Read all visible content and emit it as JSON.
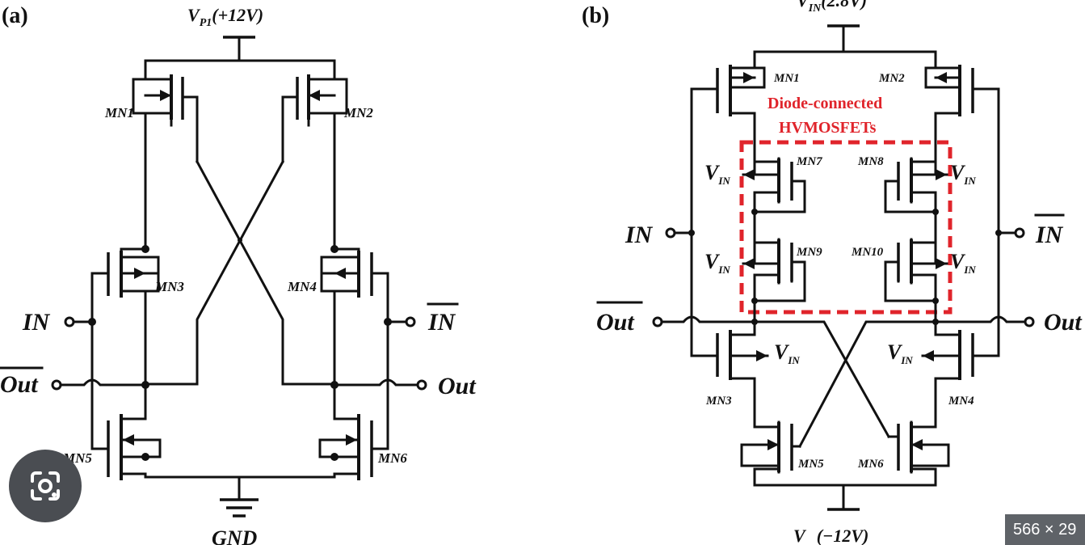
{
  "panel_a": {
    "tag": "(a)",
    "supply_label_main": "V",
    "supply_label_sub": "P1",
    "supply_label_value": "(+12V)",
    "gnd_label": "GND",
    "transistors": [
      "MN1",
      "MN2",
      "MN3",
      "MN4",
      "MN5",
      "MN6"
    ],
    "in_label": "IN",
    "in_bar_label": "IN",
    "out_label": "Out",
    "out_bar_label": "Out"
  },
  "panel_b": {
    "tag": "(b)",
    "supply_label_main": "V",
    "supply_label_sub": "IN",
    "supply_label_value": "(2.8V)",
    "bottom_label_main": "V",
    "bottom_label_value": "(−12V)",
    "transistors": [
      "MN1",
      "MN2",
      "MN3",
      "MN4",
      "MN5",
      "MN6",
      "MN7",
      "MN8",
      "MN9",
      "MN10"
    ],
    "vin_main": "V",
    "vin_sub": "IN",
    "in_label": "IN",
    "in_bar_label": "IN",
    "out_label": "Out",
    "out_bar_label": "Out",
    "highlight_line1": "Diode-connected",
    "highlight_line2": "HVMOSFETs",
    "highlight_color": "#e0242b"
  },
  "overlay": {
    "lens_icon": "camera-lens-icon",
    "size_badge": "566 × 29"
  }
}
